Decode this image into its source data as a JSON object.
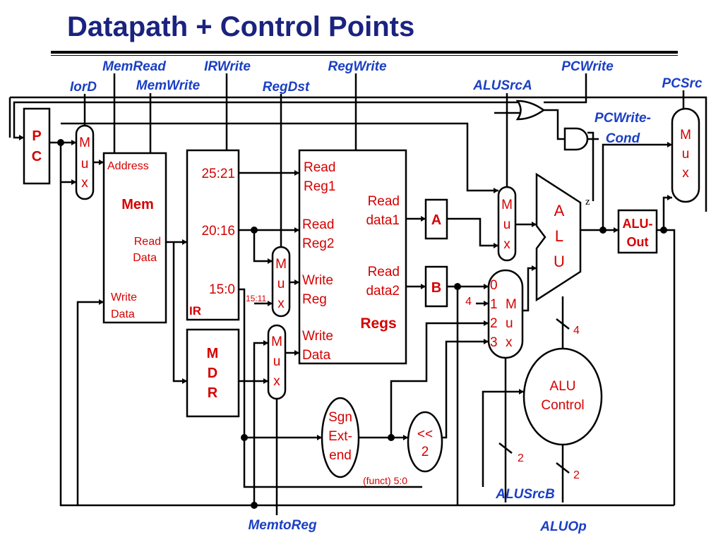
{
  "title": "Datapath + Control Points",
  "controls": {
    "memread": "MemRead",
    "irwrite": "IRWrite",
    "regwrite": "RegWrite",
    "pcwrite": "PCWrite",
    "iord": "IorD",
    "memwrite": "MemWrite",
    "regdst": "RegDst",
    "alusrca": "ALUSrcA",
    "pcsrc": "PCSrc",
    "pcwritecond_1": "PCWrite-",
    "pcwritecond_2": "Cond",
    "alusrcb": "ALUSrcB",
    "memtoreg": "MemtoReg",
    "aluop": "ALUOp"
  },
  "pc": {
    "line1": "P",
    "line2": "C"
  },
  "mux_letters": [
    "M",
    "u",
    "x"
  ],
  "mem": {
    "address": "Address",
    "name": "Mem",
    "read_1": "Read",
    "read_2": "Data",
    "write_1": "Write",
    "write_2": "Data"
  },
  "ir": {
    "f1": "25:21",
    "f2": "20:16",
    "f3": "15:0",
    "name": "IR"
  },
  "mdr": [
    "M",
    "D",
    "R"
  ],
  "small_labels": {
    "bits_15_11": "15:11",
    "funct": "(funct) 5:0"
  },
  "regs": {
    "readreg1_1": "Read",
    "readreg1_2": "Reg1",
    "readreg2_1": "Read",
    "readreg2_2": "Reg2",
    "writereg_1": "Write",
    "writereg_2": "Reg",
    "writedata_1": "Write",
    "writedata_2": "Data",
    "readdata1_1": "Read",
    "readdata1_2": "data1",
    "readdata2_1": "Read",
    "readdata2_2": "data2",
    "name": "Regs"
  },
  "reg_a": "A",
  "reg_b": "B",
  "sign_extend": [
    "Sgn",
    "Ext-",
    "end"
  ],
  "shift": [
    "<<",
    "2"
  ],
  "alu": [
    "A",
    "L",
    "U"
  ],
  "zero": "z",
  "aluout": [
    "ALU-",
    "Out"
  ],
  "alu_control": [
    "ALU",
    "Control"
  ],
  "mux_b_inputs": [
    "0",
    "1",
    "2",
    "3"
  ],
  "mux_b_letters": [
    "M",
    "u",
    "x"
  ],
  "const_4": "4",
  "bus_widths": {
    "aluop_to_alu": "4",
    "alusrcb": "2",
    "aluop": "2"
  }
}
